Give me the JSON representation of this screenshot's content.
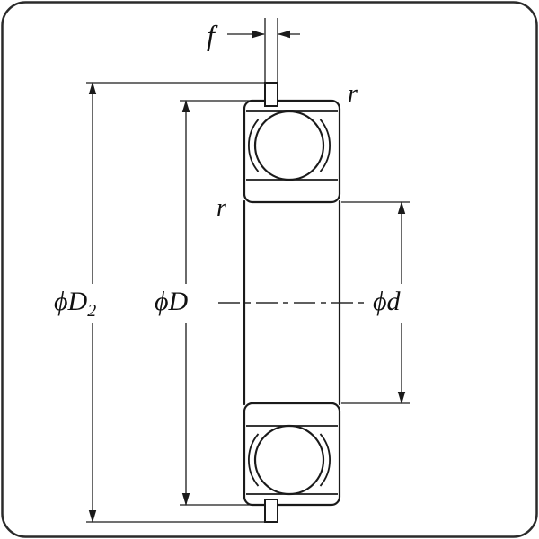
{
  "diagram": {
    "colors": {
      "background": "#ffffff",
      "outline": "#1a1a1a",
      "ring_fill": "#d9d9d9",
      "ball_fill": "#ffffff",
      "frame": "#2a2a2a"
    },
    "labels": {
      "f": "f",
      "r_top": "r",
      "r_side": "r",
      "phi_D2_main": "ϕD",
      "phi_D2_sub": "2",
      "phi_D": "ϕD",
      "phi_d": "ϕd"
    }
  }
}
